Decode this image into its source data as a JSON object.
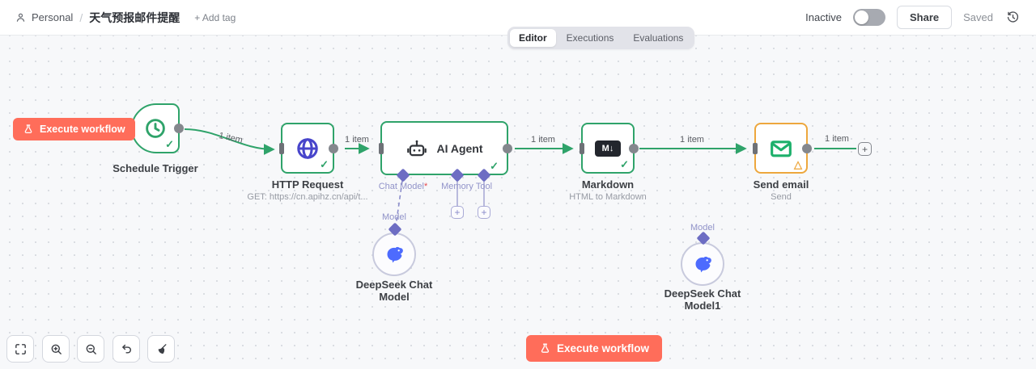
{
  "header": {
    "project": "Personal",
    "separator": "/",
    "title": "天气预报邮件提醒",
    "add_tag": "+ Add tag",
    "status": "Inactive",
    "share": "Share",
    "saved": "Saved"
  },
  "tabs": {
    "editor": "Editor",
    "executions": "Executions",
    "evaluations": "Evaluations"
  },
  "canvas": {
    "execute_button": "Execute workflow",
    "edge_label": "1 item",
    "plus": "+",
    "nodes": {
      "schedule": {
        "name": "Schedule Trigger"
      },
      "http": {
        "name": "HTTP Request",
        "subtitle": "GET: https://cn.apihz.cn/api/t..."
      },
      "agent": {
        "name": "AI Agent",
        "ports": {
          "chat_model": "Chat Model",
          "required_mark": "*",
          "memory": "Memory",
          "tool": "Tool"
        }
      },
      "markdown": {
        "name": "Markdown",
        "subtitle": "HTML to Markdown"
      },
      "email": {
        "name": "Send email",
        "subtitle": "Send"
      },
      "deepseek1": {
        "line1": "DeepSeek Chat",
        "line2": "Model",
        "port": "Model"
      },
      "deepseek2": {
        "line1": "DeepSeek Chat",
        "line2": "Model1",
        "port": "Model"
      }
    }
  },
  "icons": {
    "markdown_badge": "M↓",
    "check": "✓",
    "warning_triangle": "△"
  },
  "colors": {
    "primary_orange": "#ff6d5a",
    "success_green": "#2fa36a",
    "warning_orange": "#eda73d",
    "connector_purple": "#6d6dc3",
    "port_label_purple": "#9193c9",
    "deepseek_blue": "#4d6bfe",
    "http_icon_blue": "#4845cb",
    "canvas_bg": "#f7f8fa"
  }
}
